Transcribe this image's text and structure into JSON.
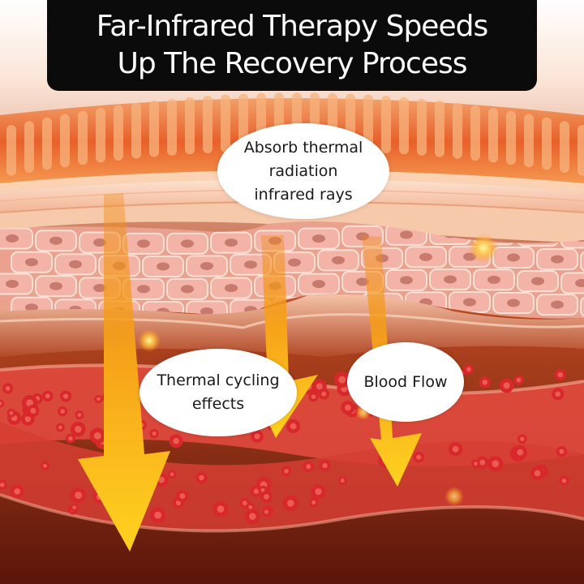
{
  "title": {
    "line1": "Far-Infrared Therapy Speeds",
    "line2": "Up The Recovery Process"
  },
  "callouts": {
    "absorb": {
      "line1": "Absorb thermal",
      "line2": "radiation",
      "line3": "infrared rays"
    },
    "thermal": {
      "line1": "Thermal cycling",
      "line2": "effects"
    },
    "blood": {
      "line1": "Blood Flow"
    }
  },
  "colors": {
    "skin_pad": "#e9622a",
    "skin_light": "#f6c7a8",
    "cell_fill": "#f3b3a6",
    "nucleus": "#c77b6e",
    "blood_vessel": "#e14a3e",
    "red_cell": "#d8282c",
    "arrow_core": "#ffd21f",
    "arrow_edge": "#f08a14",
    "background_deep": "#6a1c0e"
  }
}
